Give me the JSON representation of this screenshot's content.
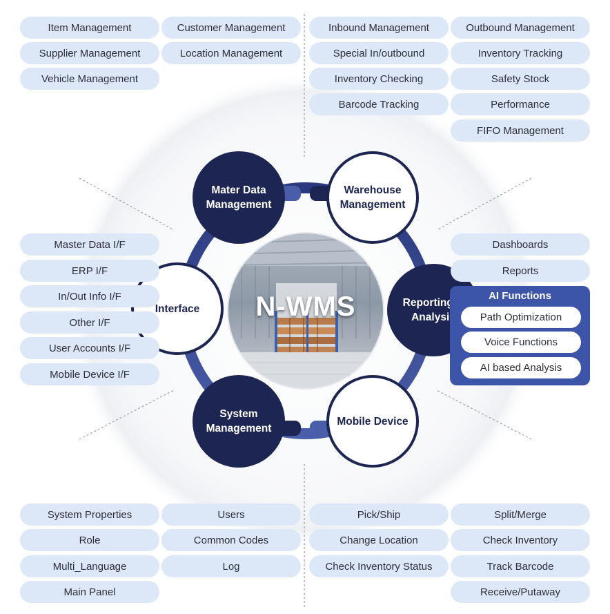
{
  "colors": {
    "pill_bg": "#dce8f7",
    "navy": "#1d2552",
    "ring": "#4a5da8",
    "ai_box": "#3c55a8"
  },
  "hub": {
    "title": "N-WMS"
  },
  "modules": {
    "master_data": "Mater Data Management",
    "warehouse": "Warehouse Management",
    "interface": "Interface",
    "reporting": "Reporting & Analysis",
    "system": "System Management",
    "mobile": "Mobile Device"
  },
  "groups": {
    "master_data": [
      "Item Management",
      "Customer Management",
      "Supplier Management",
      "Location Management",
      "Vehicle Management"
    ],
    "warehouse": [
      "Inbound Management",
      "Outbound Management",
      "Special In/outbound",
      "Inventory Tracking",
      "Inventory Checking",
      "Safety Stock",
      "Barcode  Tracking",
      "Performance",
      "FIFO Management"
    ],
    "interface": [
      "Master Data I/F",
      "ERP I/F",
      "In/Out Info I/F",
      "Other I/F",
      "User Accounts I/F",
      "Mobile Device I/F"
    ],
    "reporting": [
      "Dashboards",
      "Reports"
    ],
    "system": [
      "System Properties",
      "Users",
      "Role",
      "Common Codes",
      "Multi_Language",
      "Log",
      "Main Panel"
    ],
    "mobile": [
      "Pick/Ship",
      "Split/Merge",
      "Change Location",
      "Check Inventory",
      "Check Inventory Status",
      "Track Barcode",
      "Receive/Putaway"
    ]
  },
  "ai_functions": {
    "title": "AI Functions",
    "items": [
      "Path Optimization",
      "Voice Functions",
      "AI based Analysis"
    ]
  }
}
